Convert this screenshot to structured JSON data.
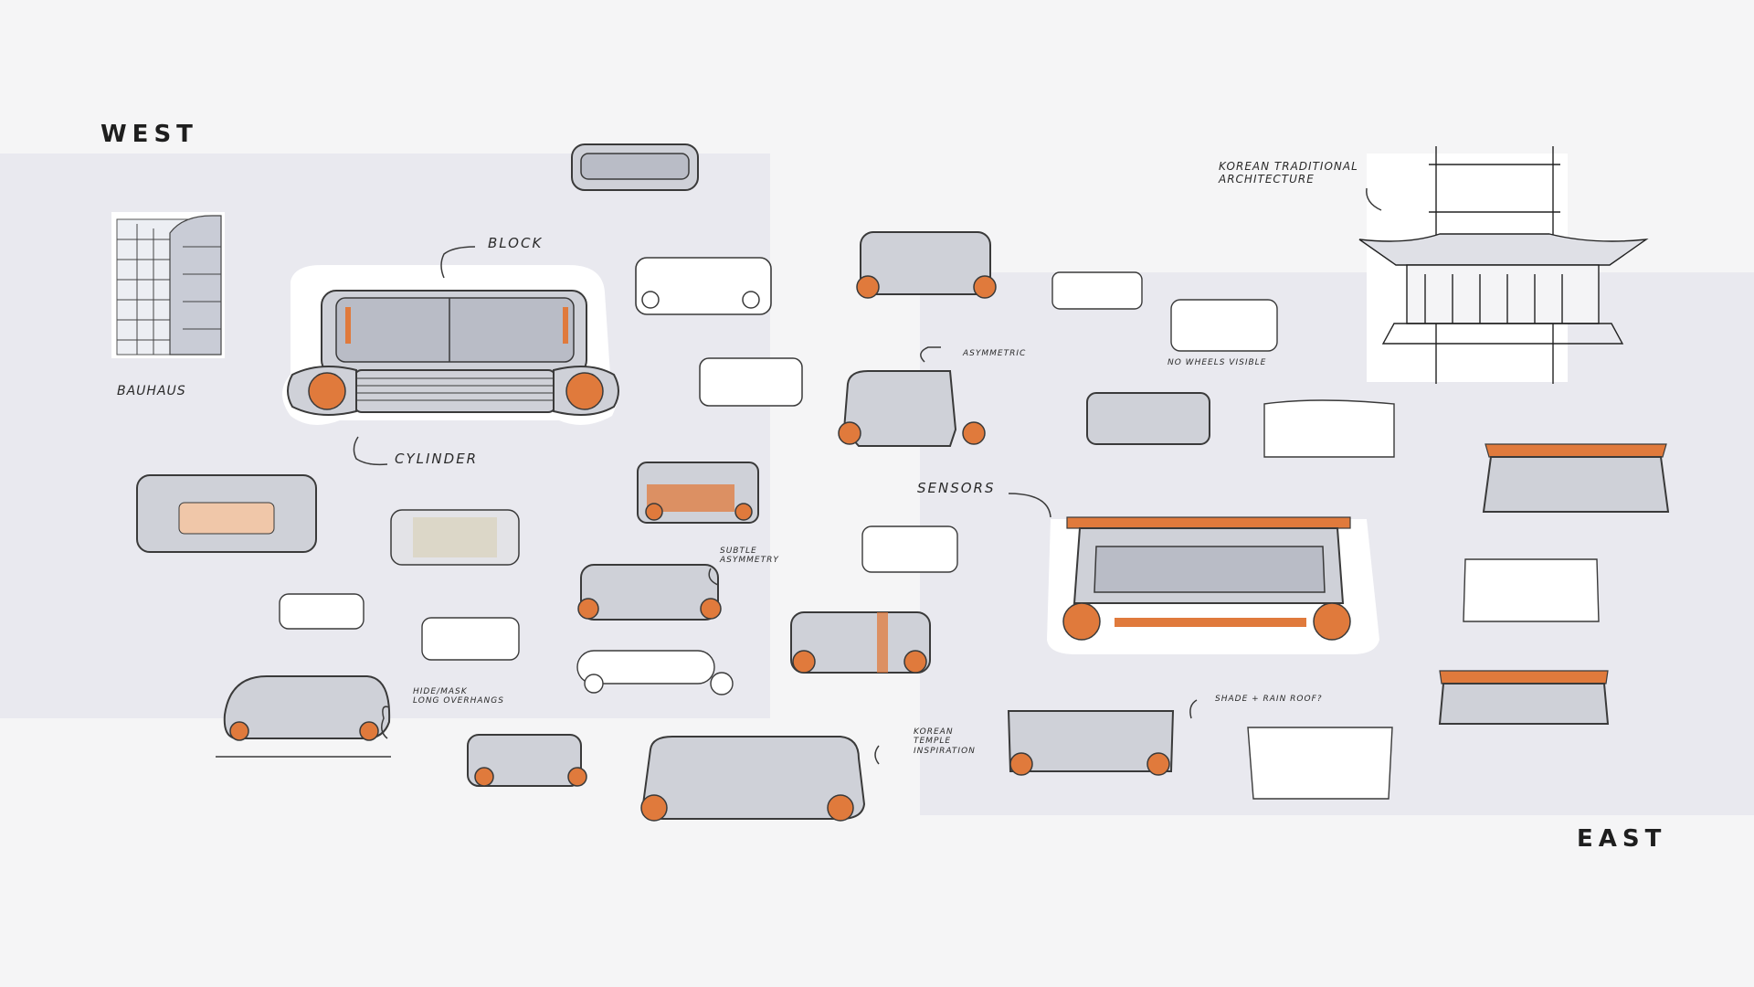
{
  "labels": {
    "west": "WEST",
    "east": "EAST",
    "bauhaus": "Bauhaus",
    "block": "Block",
    "cylinder": "Cylinder",
    "hide_mask": "Hide/mask\nlong overhangs",
    "asymmetric": "Asymmetric",
    "subtle_asymmetry": "Subtle\nasymmetry",
    "korean_temple": "Korean\ntemple\ninspiration",
    "korean_architecture": "Korean traditional\narchitecture",
    "no_wheels": "No wheels visible",
    "sensors": "Sensors",
    "shade_rain": "Shade + rain roof?"
  },
  "colors": {
    "background": "#f5f5f6",
    "panel": "#e9e9ef",
    "accent_orange": "#e07a3c",
    "body_grey": "#cfd1d8",
    "ink": "#3a3a3a"
  }
}
